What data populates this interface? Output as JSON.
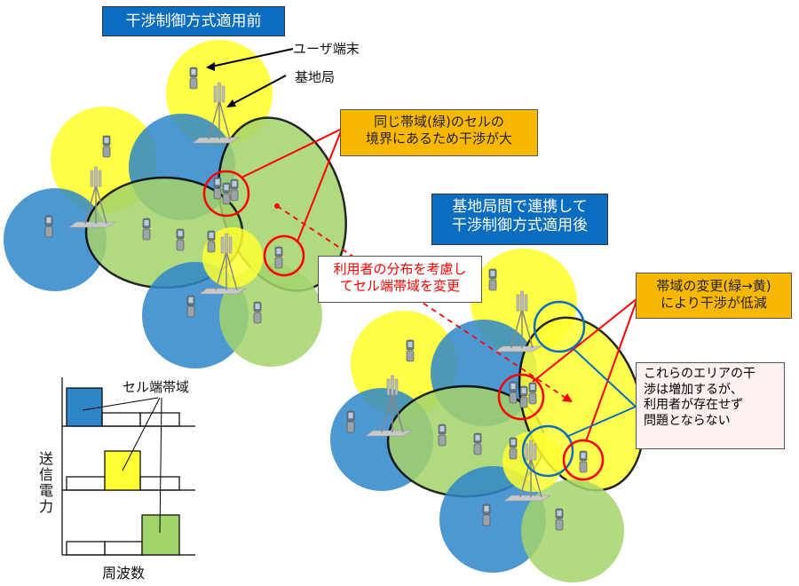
{
  "labels": {
    "before_title": "干渉制御方式適用前",
    "user_terminal": "ユーザ端末",
    "base_station": "基地局",
    "same_band_note": [
      "同じ帯域(緑)のセルの",
      "境界にあるため干渉が大"
    ],
    "after_title": [
      "基地局間で連携して",
      "干渉制御方式適用後"
    ],
    "change_note": [
      "利用者の分布を考慮し",
      "てセル端帯域を変更"
    ],
    "band_change_note": [
      "帯域の変更(緑→黄)",
      "により干渉が低減"
    ],
    "area_note": [
      "これらのエリアの干",
      "渉は増加するが、",
      "利用者が存在せず",
      "問題とならない"
    ],
    "cell_edge_band": "セル端帯域",
    "power_axis": "送信電力",
    "frequency_axis": "周波数"
  },
  "colors": {
    "yellow": "#ffff33",
    "blue": "#2e86c9",
    "green": "#a3d36b",
    "title_blue": "#0b6dbf",
    "note_orange": "#f9b800",
    "red": "#ff0000"
  }
}
